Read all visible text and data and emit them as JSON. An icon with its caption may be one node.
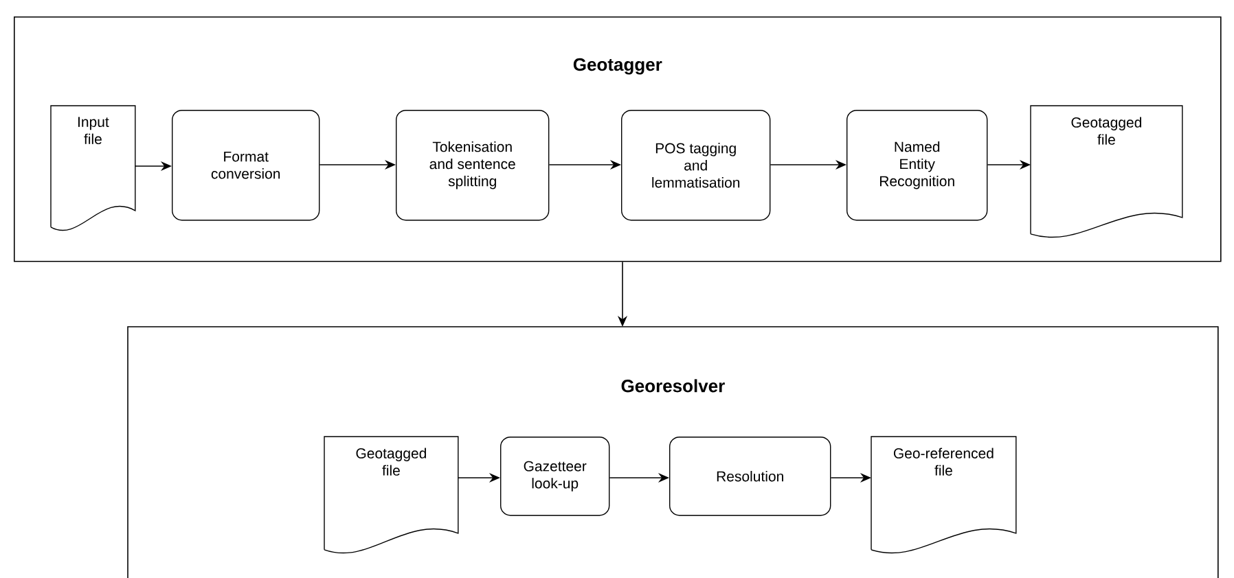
{
  "diagram": {
    "nodes": [
      {
        "text": [
          "Geotagger"
        ]
      },
      {
        "text": [
          "Input file"
        ],
        "in": 0
      },
      {
        "text": [
          "Format conversion"
        ],
        "in": 0
      },
      {
        "text": [
          "Tokenisation and sentence splitting"
        ],
        "in": 0
      },
      {
        "text": [
          "POS tagging and lemmatisation"
        ],
        "in": 0
      },
      {
        "text": [
          "Named Entity Recognition"
        ],
        "in": 0
      },
      {
        "text": [
          "Geotagged file"
        ],
        "in": 0
      },
      {
        "text": [
          "Georesolver"
        ]
      },
      {
        "text": [
          "Geotagged file"
        ],
        "in": 7
      },
      {
        "text": [
          "Gazetteer look-up"
        ],
        "in": 7
      },
      {
        "text": [
          "Resolution"
        ],
        "in": 7
      },
      {
        "text": [
          "Geo-referenced file"
        ],
        "in": 7
      }
    ],
    "edges": [
      {
        "from": 1,
        "to": 2,
        "arrow": "to"
      },
      {
        "from": 2,
        "to": 3,
        "arrow": "to"
      },
      {
        "from": 3,
        "to": 4,
        "arrow": "to"
      },
      {
        "from": 4,
        "to": 5,
        "arrow": "to"
      },
      {
        "from": 5,
        "to": 6,
        "arrow": "to"
      },
      {
        "from": 0,
        "to": 7,
        "arrow": "to"
      },
      {
        "from": 8,
        "to": 9,
        "arrow": "to"
      },
      {
        "from": 9,
        "to": 10,
        "arrow": "to"
      },
      {
        "from": 10,
        "to": 11,
        "arrow": "to"
      }
    ]
  }
}
